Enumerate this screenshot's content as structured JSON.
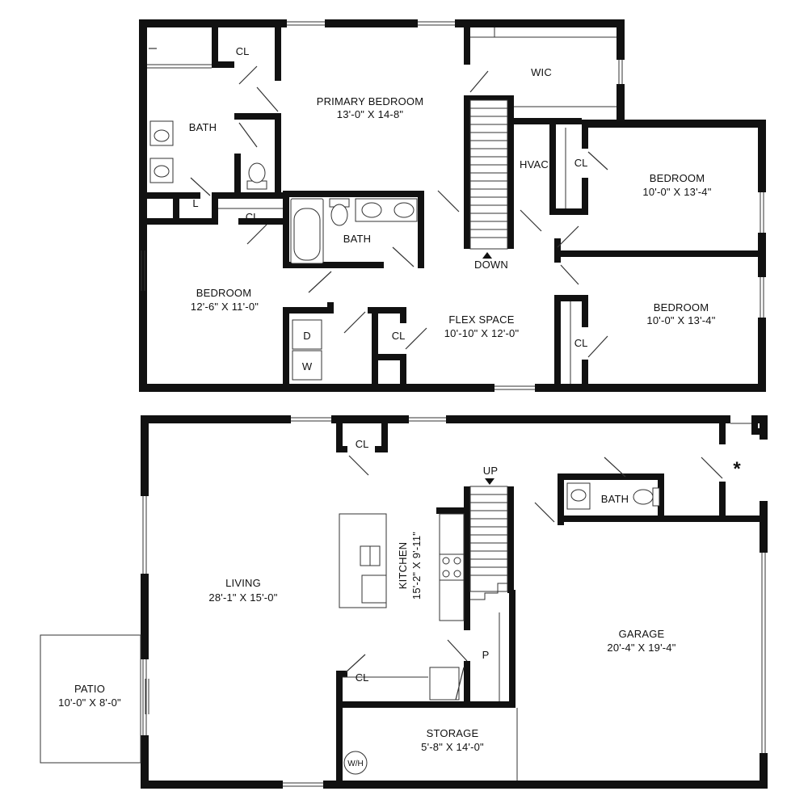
{
  "upper_floor": {
    "primary_bedroom": {
      "name": "PRIMARY BEDROOM",
      "dim": "13'-0\" X 14-8\""
    },
    "primary_bath": {
      "name": "BATH"
    },
    "primary_closet": {
      "name": "CL"
    },
    "linen": {
      "name": "L"
    },
    "hall_closet_left": {
      "name": "CL"
    },
    "hall_bath": {
      "name": "BATH"
    },
    "wic": {
      "name": "WIC"
    },
    "hvac": {
      "name": "HVAC"
    },
    "stair_down": {
      "name": "DOWN"
    },
    "bedroom_front_left": {
      "name": "BEDROOM",
      "dim": "12'-6\" X 11'-0\""
    },
    "laundry_dryer": {
      "name": "D"
    },
    "laundry_washer": {
      "name": "W"
    },
    "flex_closet": {
      "name": "CL"
    },
    "flex_space": {
      "name": "FLEX SPACE",
      "dim": "10'-10\" X 12'-0\""
    },
    "bedroom_right_top": {
      "name": "BEDROOM",
      "dim": "10'-0\" X 13'-4\""
    },
    "bedroom_right_top_closet": {
      "name": "CL"
    },
    "bedroom_right_bottom": {
      "name": "BEDROOM",
      "dim": "10'-0\" X 13'-4\""
    },
    "bedroom_right_bottom_closet": {
      "name": "CL"
    }
  },
  "lower_floor": {
    "living": {
      "name": "LIVING",
      "dim": "28'-1\" X 15'-0\""
    },
    "living_closet": {
      "name": "CL"
    },
    "kitchen": {
      "name": "KITCHEN",
      "dim": "15'-2\" X 9'-11\""
    },
    "stair_up": {
      "name": "UP"
    },
    "pantry": {
      "name": "P"
    },
    "entry_closet": {
      "name": "CL"
    },
    "storage": {
      "name": "STORAGE",
      "dim": "5'-8\" X 14'-0\""
    },
    "water_heater": {
      "name": "W/H"
    },
    "garage_bath": {
      "name": "BATH"
    },
    "garage": {
      "name": "GARAGE",
      "dim": "20'-4\" X 19'-4\""
    },
    "patio": {
      "name": "PATIO",
      "dim": "10'-0\" X 8'-0\""
    },
    "mechanical_marker": {
      "name": "*"
    }
  },
  "colors": {
    "wall": "#111111",
    "line": "#333333",
    "background": "#ffffff"
  }
}
